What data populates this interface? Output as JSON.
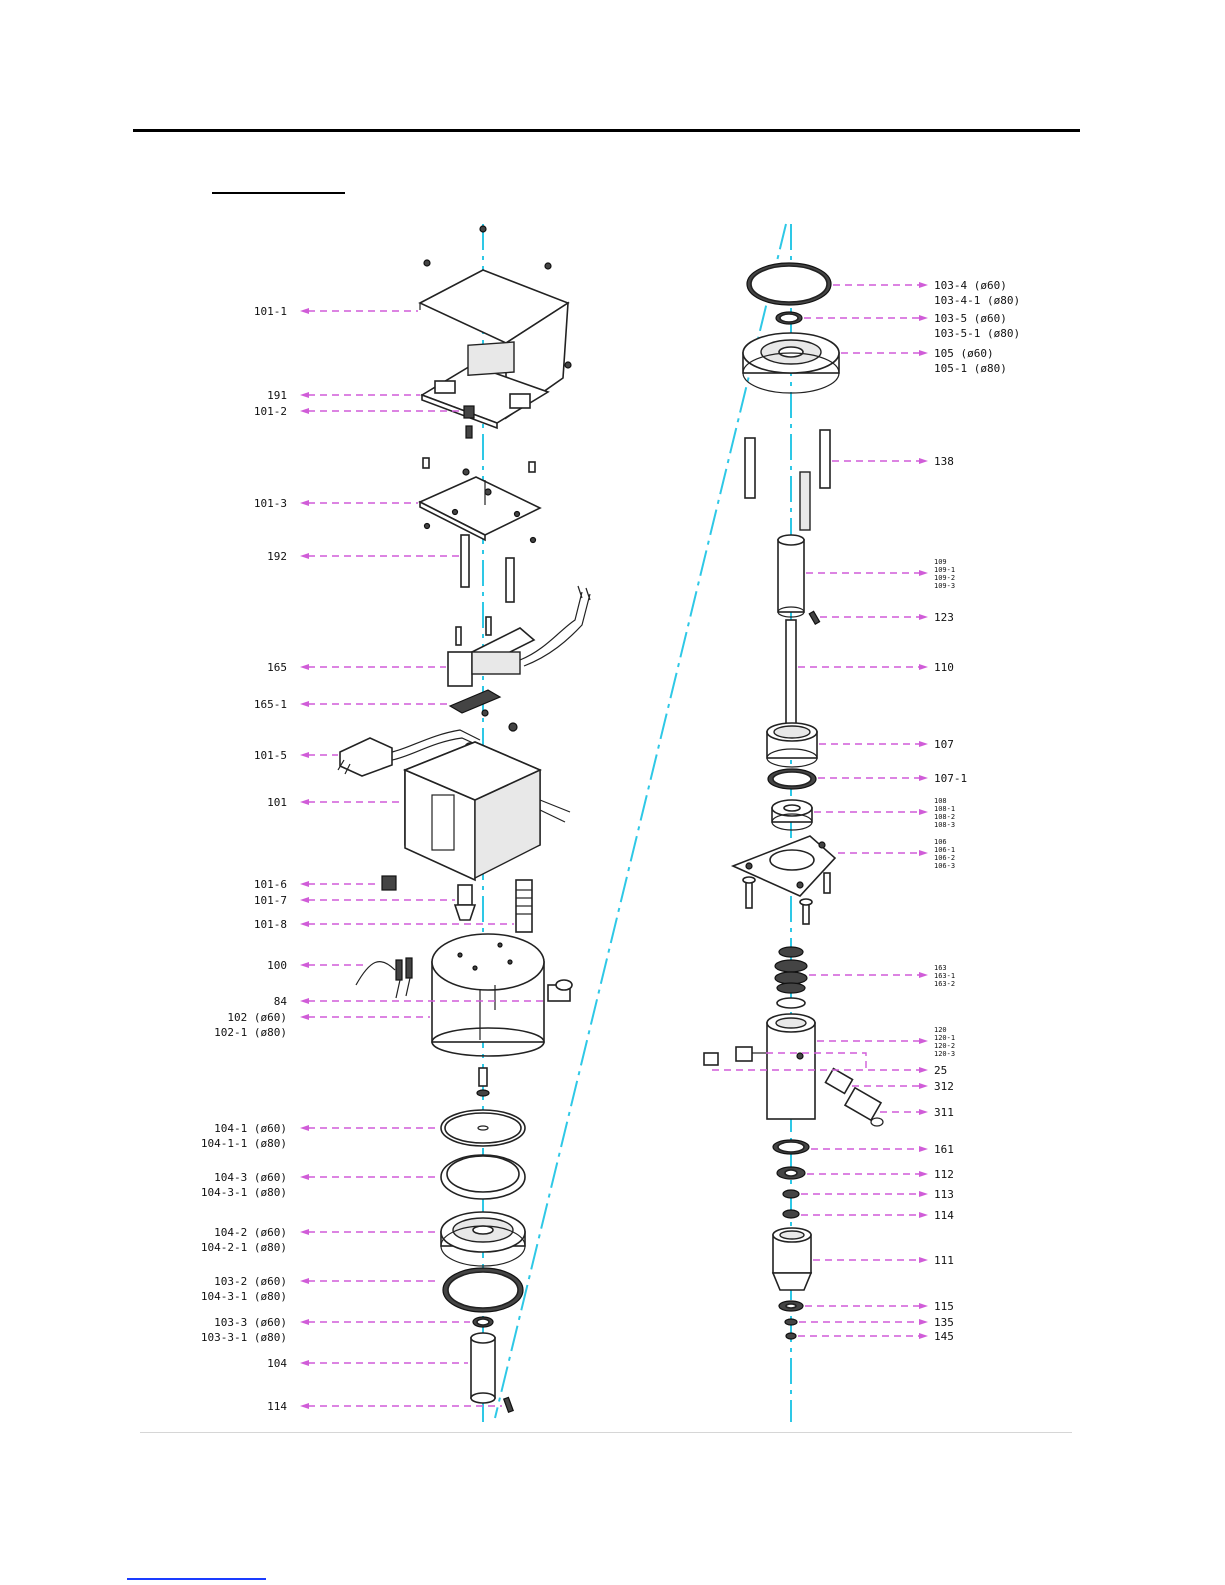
{
  "leaders_left": [
    {
      "lines": [
        "101-1"
      ]
    },
    {
      "lines": [
        "191"
      ]
    },
    {
      "lines": [
        "101-2"
      ]
    },
    {
      "lines": [
        "101-3"
      ]
    },
    {
      "lines": [
        "192"
      ]
    },
    {
      "lines": [
        "165"
      ]
    },
    {
      "lines": [
        "165-1"
      ]
    },
    {
      "lines": [
        "101-5"
      ]
    },
    {
      "lines": [
        "101"
      ]
    },
    {
      "lines": [
        "101-6"
      ]
    },
    {
      "lines": [
        "101-7"
      ]
    },
    {
      "lines": [
        "101-8"
      ]
    },
    {
      "lines": [
        "100"
      ]
    },
    {
      "lines": [
        "84"
      ]
    },
    {
      "lines": [
        "102 (ø60)",
        "102-1 (ø80)"
      ]
    },
    {
      "lines": [
        "104-1 (ø60)",
        "104-1-1 (ø80)"
      ]
    },
    {
      "lines": [
        "104-3 (ø60)",
        "104-3-1 (ø80)"
      ]
    },
    {
      "lines": [
        "104-2 (ø60)",
        "104-2-1 (ø80)"
      ]
    },
    {
      "lines": [
        "103-2 (ø60)",
        "104-3-1 (ø80)"
      ]
    },
    {
      "lines": [
        "103-3 (ø60)",
        "103-3-1 (ø80)"
      ]
    },
    {
      "lines": [
        "104"
      ]
    },
    {
      "lines": [
        "114"
      ]
    }
  ],
  "leaders_right": [
    {
      "lines": [
        "103-4 (ø60)",
        "103-4-1 (ø80)"
      ]
    },
    {
      "lines": [
        "103-5 (ø60)",
        "103-5-1 (ø80)"
      ]
    },
    {
      "lines": [
        "105 (ø60)",
        "105-1 (ø80)"
      ]
    },
    {
      "lines": [
        "138"
      ]
    },
    {
      "lines": [
        "109",
        "109-1",
        "109-2",
        "109-3"
      ],
      "small": true
    },
    {
      "lines": [
        "123"
      ]
    },
    {
      "lines": [
        "110"
      ]
    },
    {
      "lines": [
        "107"
      ]
    },
    {
      "lines": [
        "107-1"
      ]
    },
    {
      "lines": [
        "108",
        "108-1",
        "108-2",
        "108-3"
      ],
      "small": true
    },
    {
      "lines": [
        "106",
        "106-1",
        "106-2",
        "106-3"
      ],
      "small": true
    },
    {
      "lines": [
        "163",
        "163-1",
        "163-2"
      ],
      "small": true
    },
    {
      "lines": [
        "120",
        "120-1",
        "120-2",
        "120-3"
      ],
      "small": true
    },
    {
      "lines": [
        "25"
      ]
    },
    {
      "lines": [
        "312"
      ]
    },
    {
      "lines": [
        "311"
      ]
    },
    {
      "lines": [
        "161"
      ]
    },
    {
      "lines": [
        "112"
      ]
    },
    {
      "lines": [
        "113"
      ]
    },
    {
      "lines": [
        "114"
      ]
    },
    {
      "lines": [
        "111"
      ]
    },
    {
      "lines": [
        "115"
      ]
    },
    {
      "lines": [
        "135"
      ]
    },
    {
      "lines": [
        "145"
      ]
    }
  ]
}
